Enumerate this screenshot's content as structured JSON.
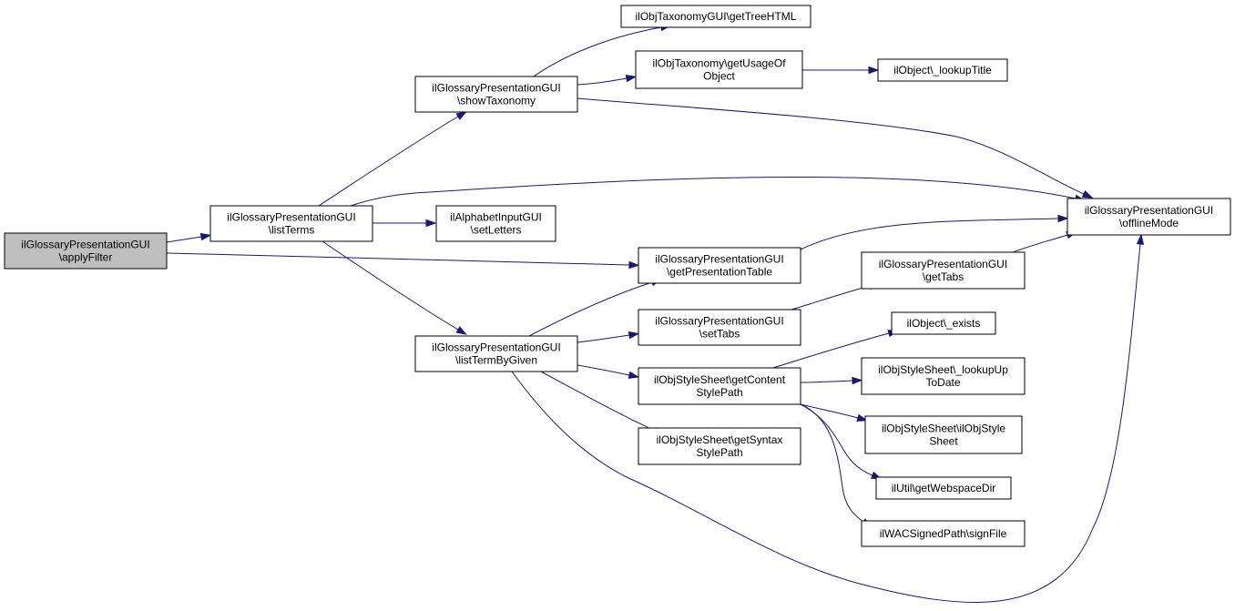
{
  "graph": {
    "nodes": [
      {
        "id": "applyFilter",
        "lines": [
          "ilGlossaryPresentationGUI",
          "\\applyFilter"
        ],
        "highlighted": true
      },
      {
        "id": "listTerms",
        "lines": [
          "ilGlossaryPresentationGUI",
          "\\listTerms"
        ]
      },
      {
        "id": "showTaxonomy",
        "lines": [
          "ilGlossaryPresentationGUI",
          "\\showTaxonomy"
        ]
      },
      {
        "id": "listTermByGiven",
        "lines": [
          "ilGlossaryPresentationGUI",
          "\\listTermByGiven"
        ]
      },
      {
        "id": "getTreeHTML",
        "lines": [
          "ilObjTaxonomyGUI\\getTreeHTML"
        ]
      },
      {
        "id": "getUsageOfObject",
        "lines": [
          "ilObjTaxonomy\\getUsageOf",
          "Object"
        ]
      },
      {
        "id": "lookupTitle",
        "lines": [
          "ilObject\\_lookupTitle"
        ]
      },
      {
        "id": "setLetters",
        "lines": [
          "ilAlphabetInputGUI",
          "\\setLetters"
        ]
      },
      {
        "id": "getPresentationTable",
        "lines": [
          "ilGlossaryPresentationGUI",
          "\\getPresentationTable"
        ]
      },
      {
        "id": "setTabs",
        "lines": [
          "ilGlossaryPresentationGUI",
          "\\setTabs"
        ]
      },
      {
        "id": "getContentStylePath",
        "lines": [
          "ilObjStyleSheet\\getContent",
          "StylePath"
        ]
      },
      {
        "id": "getSyntaxStylePath",
        "lines": [
          "ilObjStyleSheet\\getSyntax",
          "StylePath"
        ]
      },
      {
        "id": "offlineMode",
        "lines": [
          "ilGlossaryPresentationGUI",
          "\\offlineMode"
        ]
      },
      {
        "id": "getTabs",
        "lines": [
          "ilGlossaryPresentationGUI",
          "\\getTabs"
        ]
      },
      {
        "id": "exists",
        "lines": [
          "ilObject\\_exists"
        ]
      },
      {
        "id": "lookupUpToDate",
        "lines": [
          "ilObjStyleSheet\\_lookupUp",
          "ToDate"
        ]
      },
      {
        "id": "ilObjStyleSheet",
        "lines": [
          "ilObjStyleSheet\\ilObjStyle",
          "Sheet"
        ]
      },
      {
        "id": "getWebspaceDir",
        "lines": [
          "ilUtil\\getWebspaceDir"
        ]
      },
      {
        "id": "signFile",
        "lines": [
          "ilWACSignedPath\\signFile"
        ]
      }
    ],
    "edges": [
      {
        "from": "applyFilter",
        "to": "listTerms"
      },
      {
        "from": "applyFilter",
        "to": "getPresentationTable"
      },
      {
        "from": "listTerms",
        "to": "showTaxonomy"
      },
      {
        "from": "listTerms",
        "to": "setLetters"
      },
      {
        "from": "listTerms",
        "to": "offlineMode"
      },
      {
        "from": "listTerms",
        "to": "listTermByGiven"
      },
      {
        "from": "showTaxonomy",
        "to": "getTreeHTML"
      },
      {
        "from": "showTaxonomy",
        "to": "getUsageOfObject"
      },
      {
        "from": "showTaxonomy",
        "to": "offlineMode"
      },
      {
        "from": "getUsageOfObject",
        "to": "lookupTitle"
      },
      {
        "from": "getPresentationTable",
        "to": "offlineMode"
      },
      {
        "from": "listTermByGiven",
        "to": "getPresentationTable"
      },
      {
        "from": "listTermByGiven",
        "to": "setTabs"
      },
      {
        "from": "listTermByGiven",
        "to": "getContentStylePath"
      },
      {
        "from": "listTermByGiven",
        "to": "getSyntaxStylePath"
      },
      {
        "from": "listTermByGiven",
        "to": "offlineMode"
      },
      {
        "from": "setTabs",
        "to": "getTabs"
      },
      {
        "from": "getTabs",
        "to": "offlineMode"
      },
      {
        "from": "getContentStylePath",
        "to": "exists"
      },
      {
        "from": "getContentStylePath",
        "to": "lookupUpToDate"
      },
      {
        "from": "getContentStylePath",
        "to": "ilObjStyleSheet"
      },
      {
        "from": "getContentStylePath",
        "to": "getWebspaceDir"
      },
      {
        "from": "getContentStylePath",
        "to": "signFile"
      }
    ]
  },
  "colors": {
    "edge": "#191970",
    "highlighted_fill": "#bfbfbf",
    "node_fill": "#ffffff",
    "node_border": "#000000"
  }
}
